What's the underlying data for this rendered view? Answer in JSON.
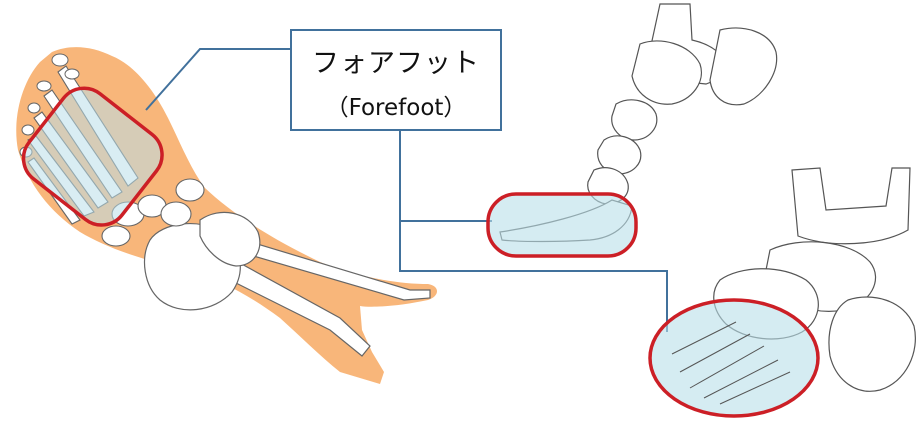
{
  "label": {
    "term_japanese": "フォアフット",
    "term_english": "（Forefoot）"
  },
  "colors": {
    "skin": "#f8b67a",
    "highlight_fill": "#b9dfe9",
    "highlight_border": "#cc1f26",
    "connector_line": "#41719c",
    "bone_outline": "#555555"
  },
  "panels": [
    {
      "name": "foot-top-view",
      "highlight": "forefoot-region"
    },
    {
      "name": "foot-side-view",
      "highlight": "forefoot-region"
    },
    {
      "name": "foot-oblique-view",
      "highlight": "forefoot-region"
    }
  ]
}
